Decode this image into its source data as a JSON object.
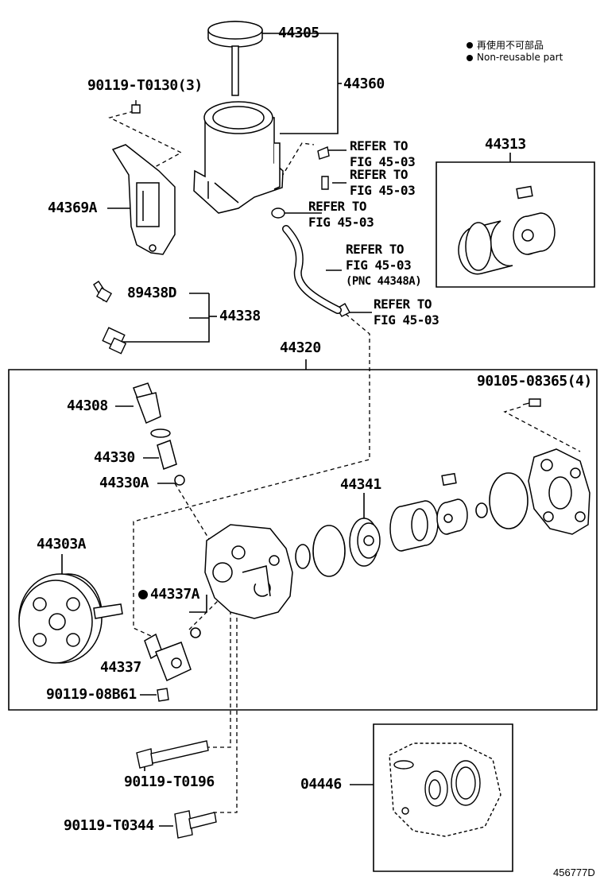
{
  "legend": {
    "jp_text": "再使用不可部品",
    "en_text": "Non-reusable part"
  },
  "labels": {
    "p44305": "44305",
    "p44360": "44360",
    "p90119_T0130": "90119-T0130(3)",
    "p44369A": "44369A",
    "p44313": "44313",
    "p89438D": "89438D",
    "p44338": "44338",
    "p44320": "44320",
    "p90105_08365": "90105-08365(4)",
    "p44308": "44308",
    "p44330": "44330",
    "p44330A": "44330A",
    "p44341": "44341",
    "p44303A": "44303A",
    "p44337A": "44337A",
    "p44337": "44337",
    "p90119_08B61": "90119-08B61",
    "p90119_T0196": "90119-T0196",
    "p90119_T0344": "90119-T0344",
    "p04446": "04446"
  },
  "refs": {
    "r1": [
      "REFER TO",
      "FIG 45-03"
    ],
    "r2": [
      "REFER TO",
      "FIG 45-03"
    ],
    "r3": [
      "REFER TO",
      "FIG 45-03"
    ],
    "r4": [
      "REFER TO",
      "FIG 45-03",
      "(PNC 44348A)"
    ],
    "r5": [
      "REFER TO",
      "FIG 45-03"
    ]
  },
  "diagram_code": "456777D"
}
